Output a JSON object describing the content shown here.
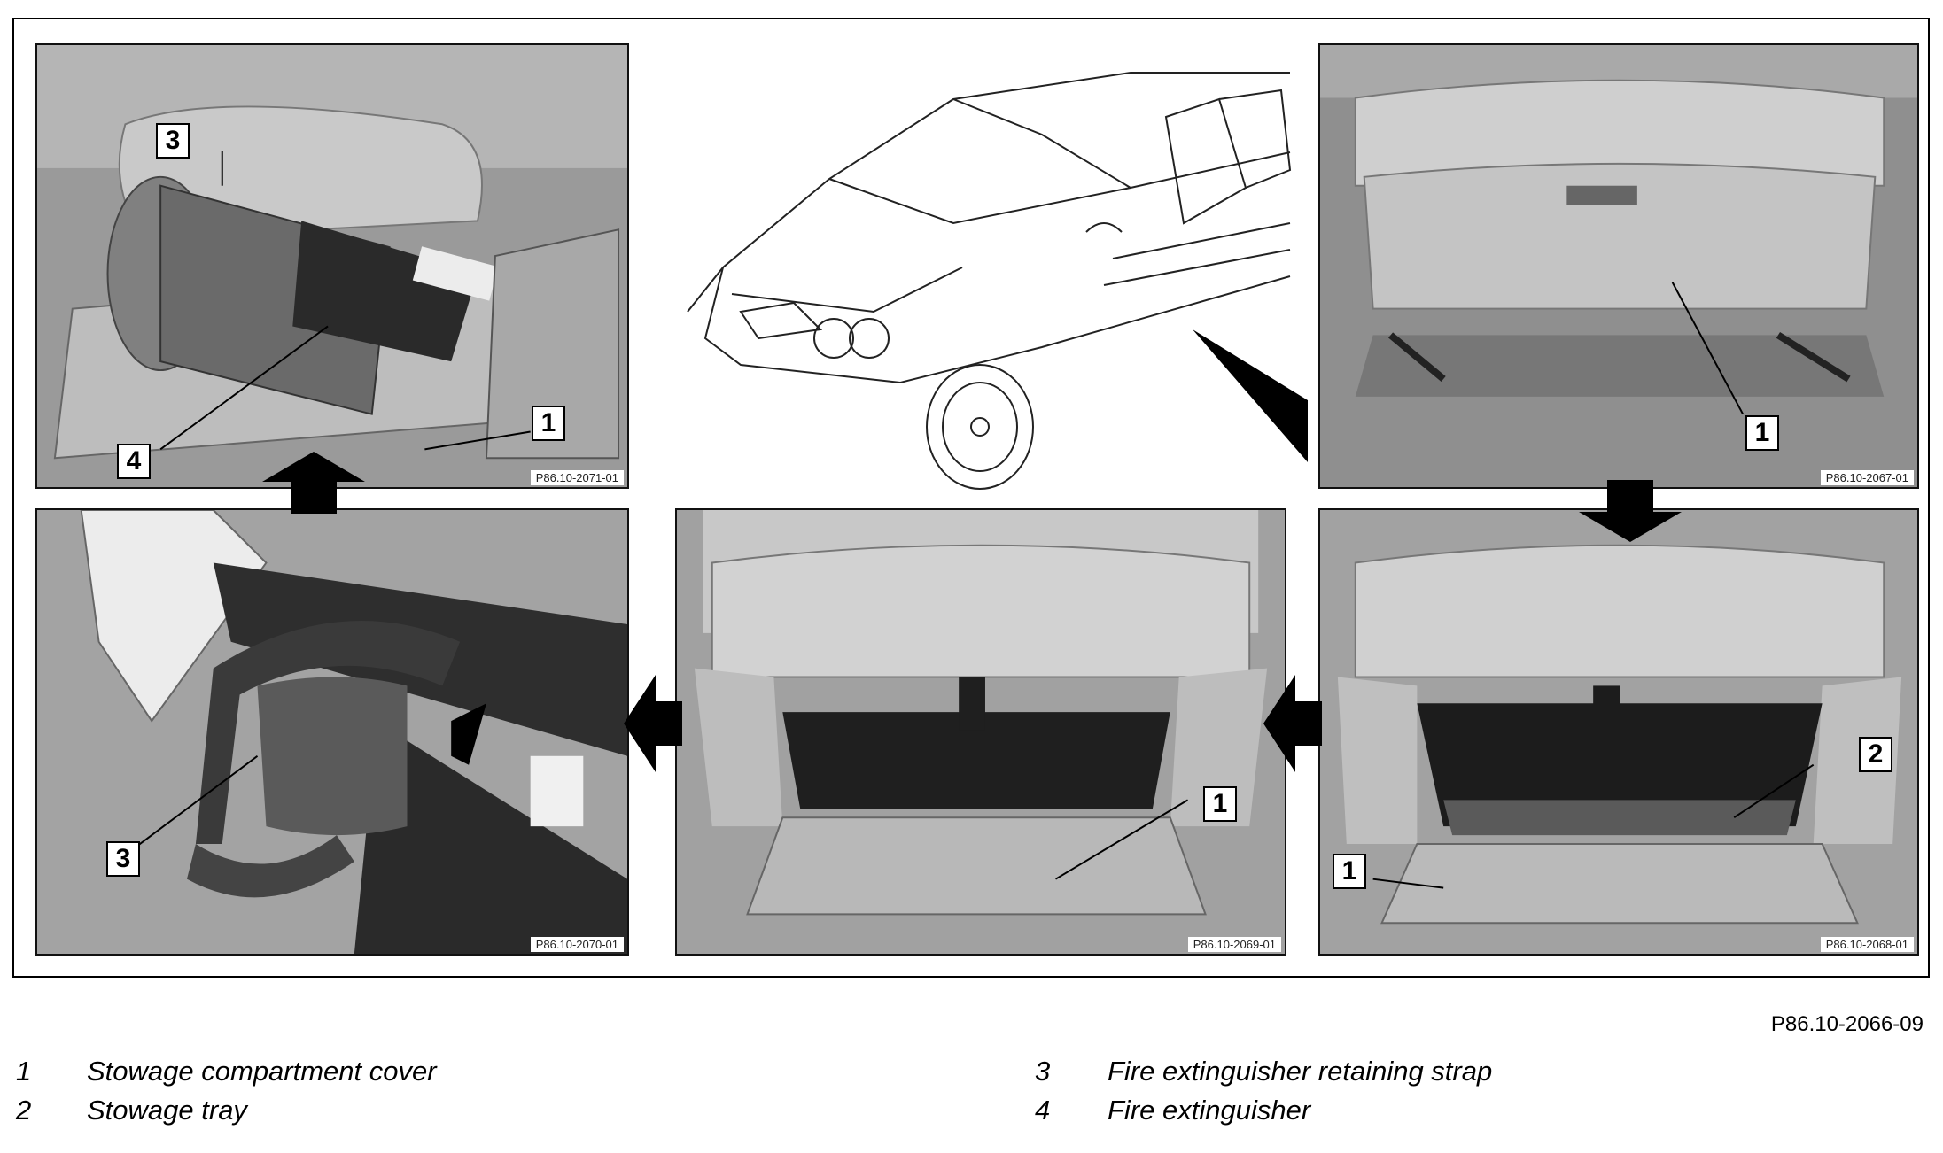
{
  "figure_ref": "P86.10-2066-09",
  "panels": {
    "top_left": {
      "code": "P86.10-2071-01",
      "callouts": [
        "3",
        "4",
        "1"
      ]
    },
    "top_right": {
      "code": "P86.10-2067-01",
      "callouts": [
        "1"
      ]
    },
    "bottom_left": {
      "code": "P86.10-2070-01",
      "callouts": [
        "3"
      ]
    },
    "bottom_middle": {
      "code": "P86.10-2069-01",
      "callouts": [
        "1"
      ]
    },
    "bottom_right": {
      "code": "P86.10-2068-01",
      "callouts": [
        "2",
        "1"
      ]
    }
  },
  "legend": [
    {
      "num": "1",
      "text": "Stowage compartment cover"
    },
    {
      "num": "2",
      "text": "Stowage tray"
    },
    {
      "num": "3",
      "text": "Fire extinguisher retaining strap"
    },
    {
      "num": "4",
      "text": "Fire extinguisher"
    }
  ]
}
